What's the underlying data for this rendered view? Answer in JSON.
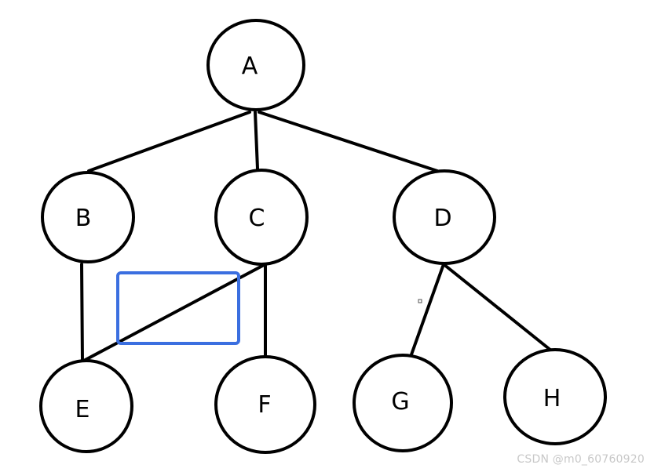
{
  "diagram": {
    "nodes": [
      {
        "id": "A",
        "label": "A"
      },
      {
        "id": "B",
        "label": "B"
      },
      {
        "id": "C",
        "label": "C"
      },
      {
        "id": "D",
        "label": "D"
      },
      {
        "id": "E",
        "label": "E"
      },
      {
        "id": "F",
        "label": "F"
      },
      {
        "id": "G",
        "label": "G"
      },
      {
        "id": "H",
        "label": "H"
      }
    ],
    "edges": [
      {
        "from": "A",
        "to": "B"
      },
      {
        "from": "A",
        "to": "C"
      },
      {
        "from": "A",
        "to": "D"
      },
      {
        "from": "B",
        "to": "E"
      },
      {
        "from": "C",
        "to": "E"
      },
      {
        "from": "C",
        "to": "F"
      },
      {
        "from": "D",
        "to": "G"
      },
      {
        "from": "D",
        "to": "H"
      }
    ],
    "highlight_color": "#3b6fe0",
    "stroke_color": "#000000"
  },
  "watermark": {
    "text": "CSDN @m0_60760920"
  }
}
